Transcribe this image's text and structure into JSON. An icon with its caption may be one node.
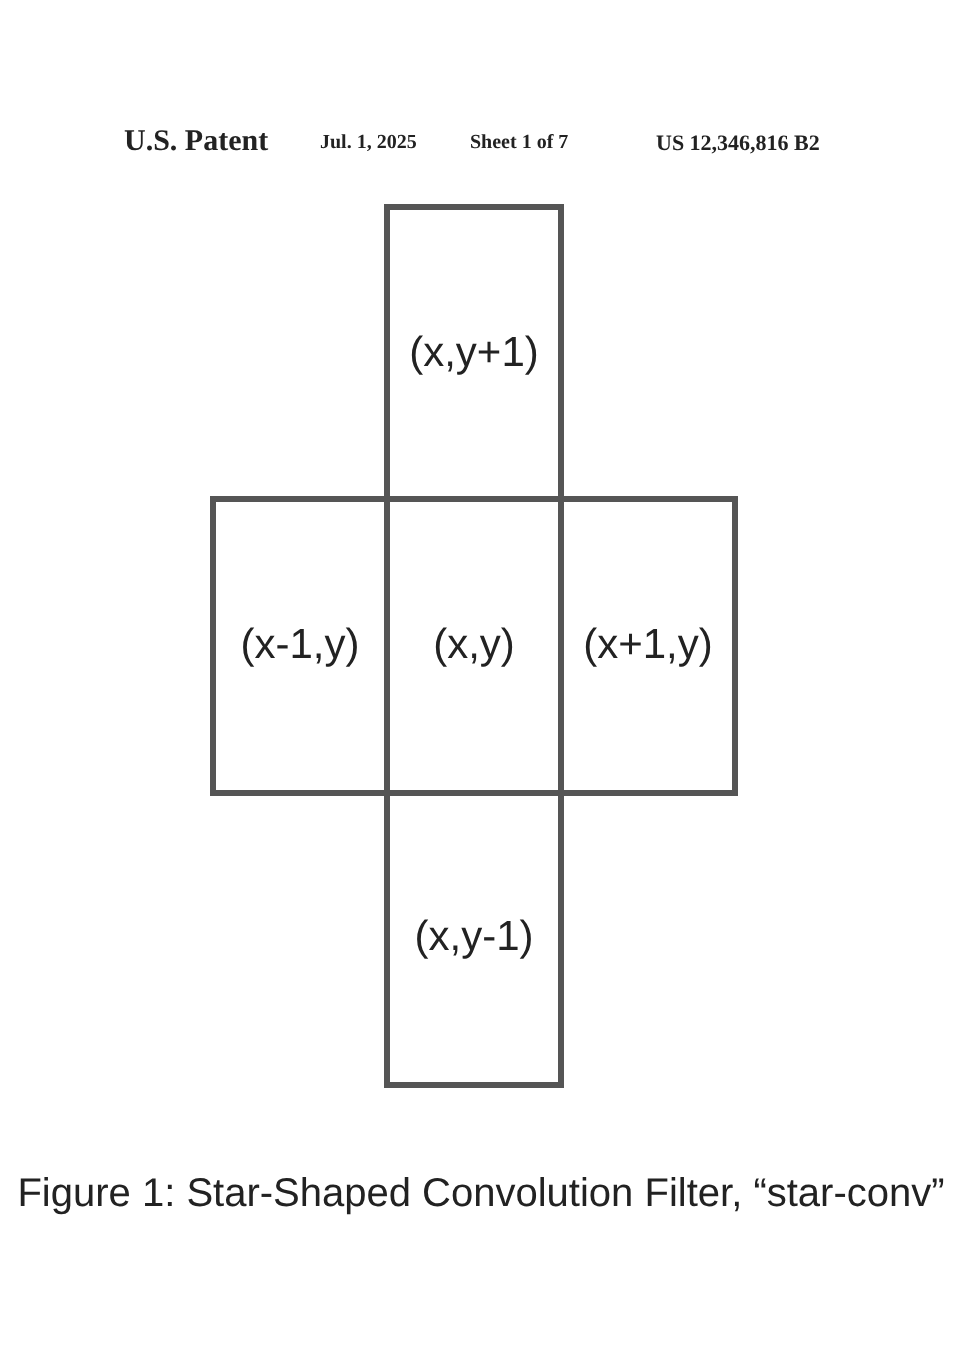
{
  "diagram": {
    "caption": "Figure 1: Star-Shaped Convolution Filter, “star-conv”",
    "nodes": [
      {
        "text": [
          "(x,y+1)"
        ]
      },
      {
        "text": [
          "(x-1,y)"
        ]
      },
      {
        "text": [
          "(x,y)"
        ]
      },
      {
        "text": [
          "(x+1,y)"
        ]
      },
      {
        "text": [
          "(x,y-1)"
        ]
      }
    ],
    "labels": [
      "U.S. Patent",
      "Jul. 1, 2025",
      "Sheet 1 of 7",
      "US 12,346,816 B2"
    ]
  }
}
